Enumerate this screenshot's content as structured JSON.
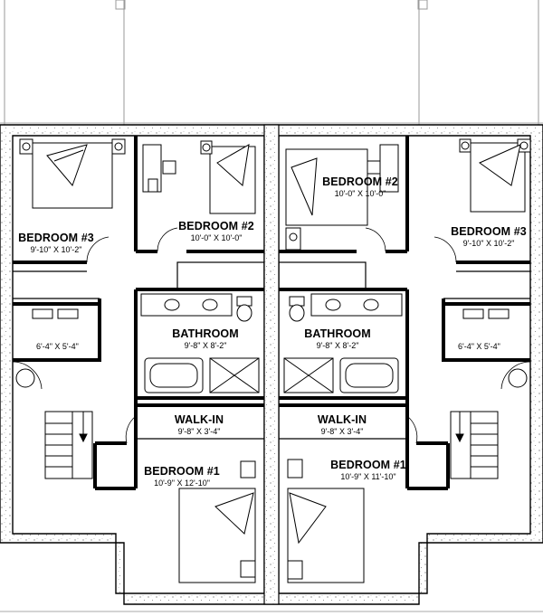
{
  "floor_plan": {
    "units": [
      {
        "side": "left",
        "rooms": {
          "bedroom3": {
            "name": "BEDROOM #3",
            "dims": "9'-10\" X 10'-2\""
          },
          "bedroom2": {
            "name": "BEDROOM #2",
            "dims": "10'-0\" X 10'-0\""
          },
          "bathroom": {
            "name": "BATHROOM",
            "dims": "9'-8\" X 8'-2\""
          },
          "closet": {
            "dims": "6'-4\" X 5'-4\""
          },
          "walkin": {
            "name": "WALK-IN",
            "dims": "9'-8\" X 3'-4\""
          },
          "bedroom1": {
            "name": "BEDROOM #1",
            "dims": "10'-9\" X 12'-10\""
          }
        }
      },
      {
        "side": "right",
        "rooms": {
          "bedroom2": {
            "name": "BEDROOM #2",
            "dims": "10'-0\" X 10'-0\""
          },
          "bedroom3": {
            "name": "BEDROOM #3",
            "dims": "9'-10\" X 10'-2\""
          },
          "bathroom": {
            "name": "BATHROOM",
            "dims": "9'-8\" X 8'-2\""
          },
          "closet": {
            "dims": "6'-4\" X 5'-4\""
          },
          "walkin": {
            "name": "WALK-IN",
            "dims": "9'-8\" X 3'-4\""
          },
          "bedroom1": {
            "name": "BEDROOM #1",
            "dims": "10'-9\" X 11'-10\""
          }
        }
      }
    ]
  }
}
